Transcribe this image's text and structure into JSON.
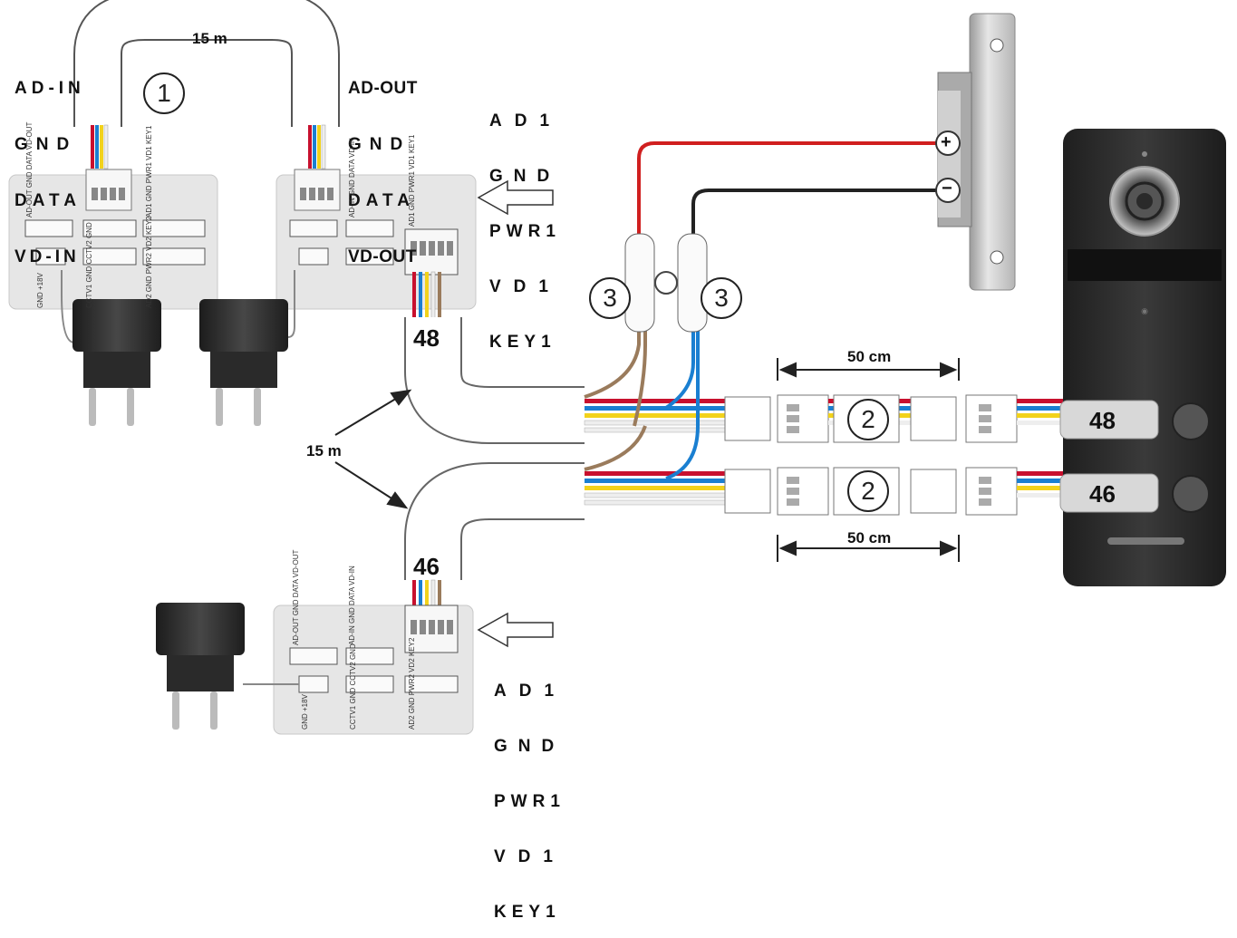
{
  "labels": {
    "cable1_length": "15 m",
    "cable_trunk_length": "15 m",
    "marker_1": "1",
    "marker_2a": "2",
    "marker_2b": "2",
    "marker_3a": "3",
    "marker_3b": "3",
    "cable_48": "48",
    "cable_46": "46",
    "plate_48": "48",
    "plate_46": "46",
    "gap_top": "50 cm",
    "gap_bottom": "50 cm",
    "lock_plus": "+",
    "lock_minus": "−"
  },
  "signals_in": [
    "AD-IN",
    "GND",
    "DATA",
    "VD-IN"
  ],
  "signals_out": [
    "AD-OUT",
    "GND",
    "DATA",
    "VD-OUT"
  ],
  "signals_key_top": [
    "AD1",
    "GND",
    "PWR1",
    "VD1",
    "KEY1"
  ],
  "signals_key_bottom": [
    "AD1",
    "GND",
    "PWR1",
    "VD1",
    "KEY1"
  ],
  "board_pins": {
    "group_a": [
      "AD-OUT",
      "GND",
      "DATA",
      "VD-OUT"
    ],
    "group_b": [
      "AD-IN",
      "GND",
      "DATA",
      "VD-IN"
    ],
    "group_c": [
      "AD1",
      "GND",
      "PWR1",
      "VD1",
      "KEY1"
    ],
    "group_d": [
      "GND",
      "+18V"
    ],
    "group_e": [
      "CCTV1",
      "GND",
      "CCTV2",
      "GND"
    ],
    "group_f": [
      "AD2",
      "GND",
      "PWR2",
      "VD2",
      "KEY2"
    ]
  },
  "colors": {
    "wire_red": "#c8102e",
    "wire_blue": "#1a7fd1",
    "wire_yellow": "#f2d21b",
    "wire_white": "#f5f5f5",
    "wire_brown": "#9a7b5c",
    "wire_black": "#222222",
    "board": "#e6e6e6",
    "panel": "#2b2b2b",
    "adapter": "#2e2e2e"
  }
}
